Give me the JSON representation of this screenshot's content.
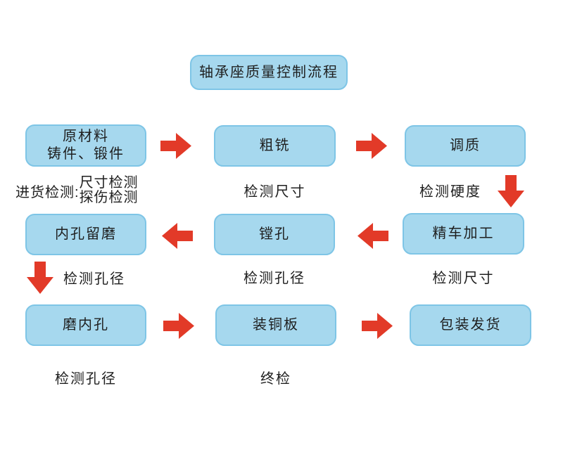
{
  "title": "轴承座质量控制流程",
  "colors": {
    "box_fill": "#a6d8ee",
    "box_border": "#7ec5e6",
    "arrow_red": "#e23a28",
    "text": "#1f1f1f",
    "background": "#ffffff"
  },
  "process": {
    "raw_material": {
      "line1": "原材料",
      "line2": "铸件、锻件"
    },
    "rough_milling": "粗铣",
    "quench_temper": "调质",
    "bore_grind_allowance": "内孔留磨",
    "boring": "镗孔",
    "fine_turning": "精车加工",
    "grind_inner_hole": "磨内孔",
    "install_copper_plate": "装铜板",
    "pack_ship": "包装发货"
  },
  "inspections": {
    "incoming_prefix": "进货检测:",
    "incoming_line1": "尺寸检测",
    "incoming_line2": "探伤检测",
    "check_size_after_milling": "检测尺寸",
    "check_hardness": "检测硬度",
    "check_bore_after_allowance": "检测孔径",
    "check_bore_after_boring": "检测孔径",
    "check_size_after_turning": "检测尺寸",
    "check_bore_after_grinding": "检测孔径",
    "final_inspection": "终检"
  },
  "arrows": [
    {
      "direction": "right",
      "from": "raw_material",
      "to": "rough_milling"
    },
    {
      "direction": "right",
      "from": "rough_milling",
      "to": "quench_temper"
    },
    {
      "direction": "down",
      "from": "quench_temper",
      "to": "fine_turning"
    },
    {
      "direction": "left",
      "from": "fine_turning",
      "to": "boring"
    },
    {
      "direction": "left",
      "from": "boring",
      "to": "bore_grind_allowance"
    },
    {
      "direction": "down",
      "from": "bore_grind_allowance",
      "to": "grind_inner_hole"
    },
    {
      "direction": "right",
      "from": "grind_inner_hole",
      "to": "install_copper_plate"
    },
    {
      "direction": "right",
      "from": "install_copper_plate",
      "to": "pack_ship"
    }
  ]
}
